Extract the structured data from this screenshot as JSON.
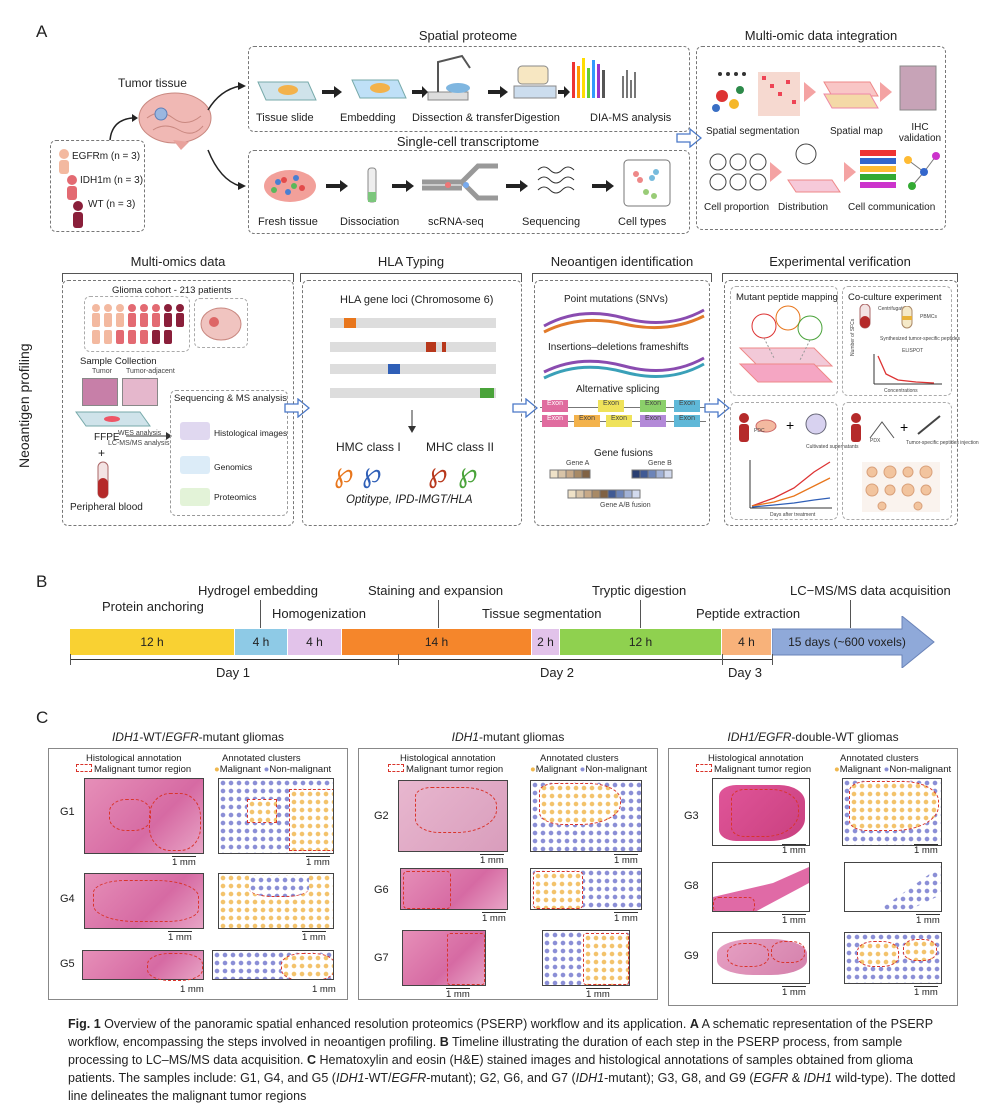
{
  "panelA": {
    "letter": "A",
    "tumor_tissue": "Tumor tissue",
    "cohort": {
      "egfr": "EGFRm (n = 3)",
      "idh": "IDH1m (n = 3)",
      "wt": "WT (n = 3)"
    },
    "spatial_title": "Spatial proteome",
    "spatial_steps": [
      "Tissue slide",
      "Embedding",
      "Dissection & transfer",
      "Digestion",
      "DIA-MS analysis"
    ],
    "sc_title": "Single-cell transcriptome",
    "sc_steps": [
      "Fresh tissue",
      "Dissociation",
      "scRNA-seq",
      "Sequencing",
      "Cell types"
    ],
    "integration_title": "Multi-omic data integration",
    "integration_top": [
      "Spatial segmentation",
      "Spatial map",
      "IHC validation"
    ],
    "integration_bottom": [
      "Cell proportion",
      "Distribution",
      "Cell communication"
    ],
    "neo_profiling": "Neoantigen profiling",
    "multiomics_title": "Multi-omics data",
    "glioma_cohort": "Glioma cohort - 213 patients",
    "sample_collection": "Sample Collection",
    "tumor": "Tumor",
    "tumor_adjacent": "Tumor-adjacent",
    "ffpe": "FFPE",
    "plus": "+",
    "peripheral_blood": "Peripheral blood",
    "wes": "WES analysis",
    "lcms": "LC-MS/MS analysis",
    "seq_ms": "Sequencing & MS analysis",
    "omics_items": [
      "Histological images",
      "Genomics",
      "Proteomics"
    ],
    "hla_title": "HLA Typing",
    "hla_loci": "HLA gene loci (Chromosome 6)",
    "hmc1": "HMC class I",
    "mhc2": "MHC class II",
    "hla_tools": "Optitype, IPD-IMGT/HLA",
    "neo_title": "Neoantigen identification",
    "point_mut": "Point mutations (SNVs)",
    "indel": "Insertions–deletions frameshifts",
    "alt_splice": "Alternative splicing",
    "gene_fusions": "Gene fusions",
    "gene_a": "Gene A",
    "gene_b": "Gene B",
    "gene_ab": "Gene A/B fusion",
    "exon": "Exon",
    "exp_title": "Experimental verification",
    "mut_peptide": "Mutant peptide mapping",
    "coculture": "Co-culture experiment",
    "centrifugation": "Centrifugation",
    "pbmcs": "PBMCs",
    "synth_pep": "Synthesized tumor-specific peptides",
    "elispot": "ELISPOT",
    "num_sfcs": "Number of SFCs",
    "concentrations": "Concentrations",
    "pdc": "PDC",
    "cultivated": "Cultivated supernatants",
    "days_after": "Days after treatment",
    "pdx": "PDX",
    "tsp_inj": "Tumor-specific peptides injection"
  },
  "panelB": {
    "letter": "B",
    "step_labels": [
      "Protein anchoring",
      "Hydrogel embedding",
      "Homogenization",
      "Staining and expansion",
      "Tissue segmentation",
      "Tryptic digestion",
      "Peptide extraction",
      "LC−MS/MS data acquisition"
    ],
    "segments": [
      {
        "label": "12 h",
        "color": "#f9d132"
      },
      {
        "label": "4 h",
        "color": "#8ecae6"
      },
      {
        "label": "4 h",
        "color": "#e2c3ea"
      },
      {
        "label": "14 h",
        "color": "#f5862b"
      },
      {
        "label": "2 h",
        "color": "#e2c3ea"
      },
      {
        "label": "12 h",
        "color": "#8fd14f"
      },
      {
        "label": "4 h",
        "color": "#f8b27a"
      },
      {
        "label": "15 days (~600 voxels)",
        "color": "#8fa9d9"
      }
    ],
    "days": [
      "Day 1",
      "Day 2",
      "Day 3"
    ]
  },
  "panelC": {
    "letter": "C",
    "groups": [
      {
        "title_italic": "IDH1",
        "title_rest": "-WT/",
        "title_italic2": "EGFR",
        "title_rest2": "-mutant gliomas",
        "samples": [
          "G1",
          "G4",
          "G5"
        ]
      },
      {
        "title_italic": "IDH1",
        "title_rest": "-mutant gliomas",
        "title_italic2": "",
        "title_rest2": "",
        "samples": [
          "G2",
          "G6",
          "G7"
        ]
      },
      {
        "title_italic": "IDH1/EGFR",
        "title_rest": "-double-WT gliomas",
        "title_italic2": "",
        "title_rest2": "",
        "samples": [
          "G3",
          "G8",
          "G9"
        ]
      }
    ],
    "hist_annot": "Histological annotation",
    "malignant_region": "Malignant tumor region",
    "annot_clusters": "Annotated clusters",
    "malignant": "Malignant",
    "non_malignant": "Non-malignant",
    "scale": "1 mm"
  },
  "caption": {
    "fig": "Fig. 1",
    "text1": " Overview of the panoramic spatial enhanced resolution proteomics (PSERP) workflow and its application. ",
    "a": "A",
    "text2": " A schematic representation of the PSERP workflow, encompassing the steps involved in neoantigen profiling. ",
    "b": "B",
    "text3": " Timeline illustrating the duration of each step in the PSERP process, from sample processing to LC–MS/MS data acquisition. ",
    "c": "C",
    "text4": " Hematoxylin and eosin (H&E) stained images and histological annotations of samples obtained from glioma patients. The samples include: G1, G4, and G5 (",
    "i1": "IDH1",
    "text5": "-WT/",
    "i2": "EGFR",
    "text6": "-mutant); G2, G6, and G7 (",
    "i3": "IDH1",
    "text7": "-mutant); G3, G8, and G9 (",
    "i4": "EGFR",
    "text8": " & ",
    "i5": "IDH1",
    "text9": " wild-type). The dotted line delineates the malignant tumor regions"
  }
}
